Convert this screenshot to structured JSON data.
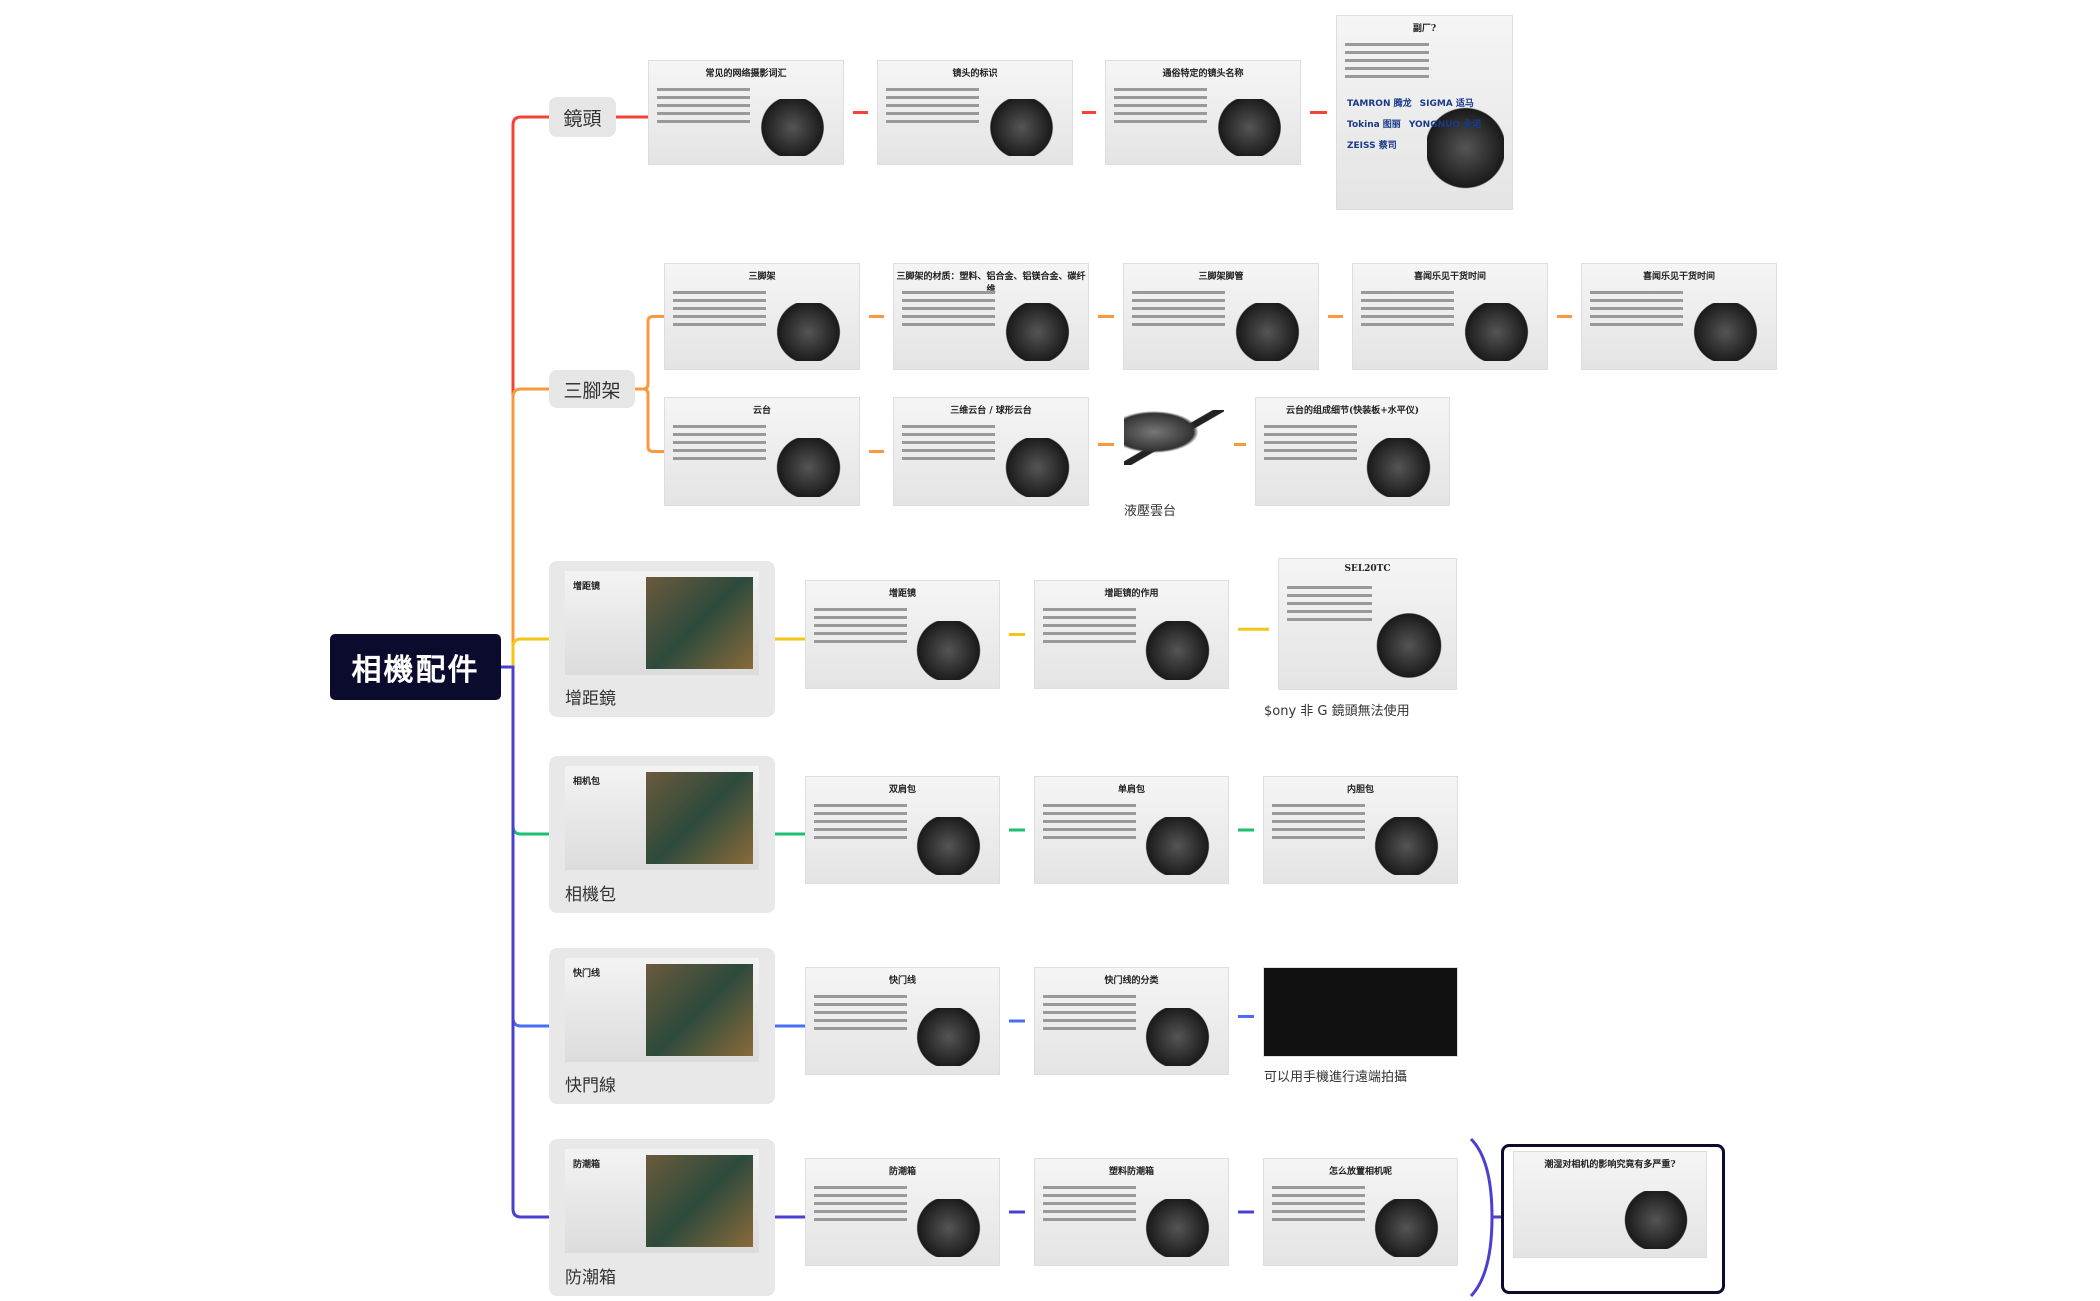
{
  "root": {
    "label": "相機配件"
  },
  "branches": [
    {
      "label": "鏡頭",
      "color": "#f44336",
      "slides": [
        {
          "title": "常见的网络摄影词汇"
        },
        {
          "title": "镜头的标识"
        },
        {
          "title": "通俗特定的镜头名称"
        },
        {
          "title": "副厂?",
          "brands": [
            "TAMRON 腾龙",
            "SIGMA 适马",
            "Tokina 图丽",
            "YONGNUO 永诺",
            "ZEISS 蔡司"
          ]
        }
      ]
    },
    {
      "label": "三腳架",
      "color": "#f79a3e",
      "slides": [
        {
          "title": "三脚架"
        },
        {
          "title": "三脚架的材质：塑料、铝合金、铝镁合金、碳纤维"
        },
        {
          "title": "三脚架脚管"
        },
        {
          "title": "喜闻乐见干货时间"
        },
        {
          "title": "喜闻乐见干货时间"
        },
        {
          "title": "云台"
        },
        {
          "title": "三维云台 / 球形云台"
        },
        {
          "title": "",
          "note": "液壓雲台"
        },
        {
          "title": "云台的组成细节(快装板+水平仪)"
        }
      ]
    },
    {
      "label": "增距鏡",
      "color": "#f5c518",
      "thumb_title": "增距镜",
      "slides": [
        {
          "title": "增距镜"
        },
        {
          "title": "增距镜的作用"
        },
        {
          "title": "SEL20TC",
          "note": "$ony 非 G 鏡頭無法使用"
        }
      ]
    },
    {
      "label": "相機包",
      "color": "#1dbf73",
      "thumb_title": "相机包",
      "slides": [
        {
          "title": "双肩包"
        },
        {
          "title": "单肩包"
        },
        {
          "title": "内胆包"
        }
      ]
    },
    {
      "label": "快門線",
      "color": "#4a6cf7",
      "thumb_title": "快门线",
      "slides": [
        {
          "title": "快门线"
        },
        {
          "title": "快门线的分类"
        },
        {
          "title": "",
          "note": "可以用手機進行遠端拍攝"
        }
      ]
    },
    {
      "label": "防潮箱",
      "color": "#4b3fcf",
      "thumb_title": "防潮箱",
      "slides": [
        {
          "title": "防潮箱"
        },
        {
          "title": "塑料防潮箱"
        },
        {
          "title": "怎么放置相机呢"
        }
      ],
      "summary": {
        "title": "潮湿对相机的影响究竟有多严重?"
      }
    }
  ]
}
